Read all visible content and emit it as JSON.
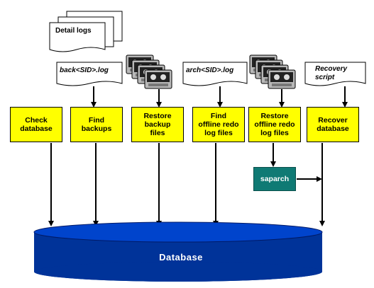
{
  "detail_logs": "Detail logs",
  "inputs": {
    "backup_log": "back<SID>.log",
    "archive_log": "arch<SID>.log",
    "recovery_script": "Recovery\nscript"
  },
  "steps": [
    "Check\ndatabase",
    "Find\nbackups",
    "Restore\nbackup\nfiles",
    "Find\noffline redo\nlog files",
    "Restore\noffline redo\nlog files",
    "Recover\ndatabase"
  ],
  "saparch": "saparch",
  "database": "Database",
  "colors": {
    "step_fill": "#ffff00",
    "database_fill": "#003399",
    "database_top": "#0040c0",
    "saparch_fill": "#0f7a74"
  },
  "icons": [
    "stacked-documents-icon",
    "document-icon",
    "tape-cartridge-icon",
    "database-cylinder-icon"
  ]
}
